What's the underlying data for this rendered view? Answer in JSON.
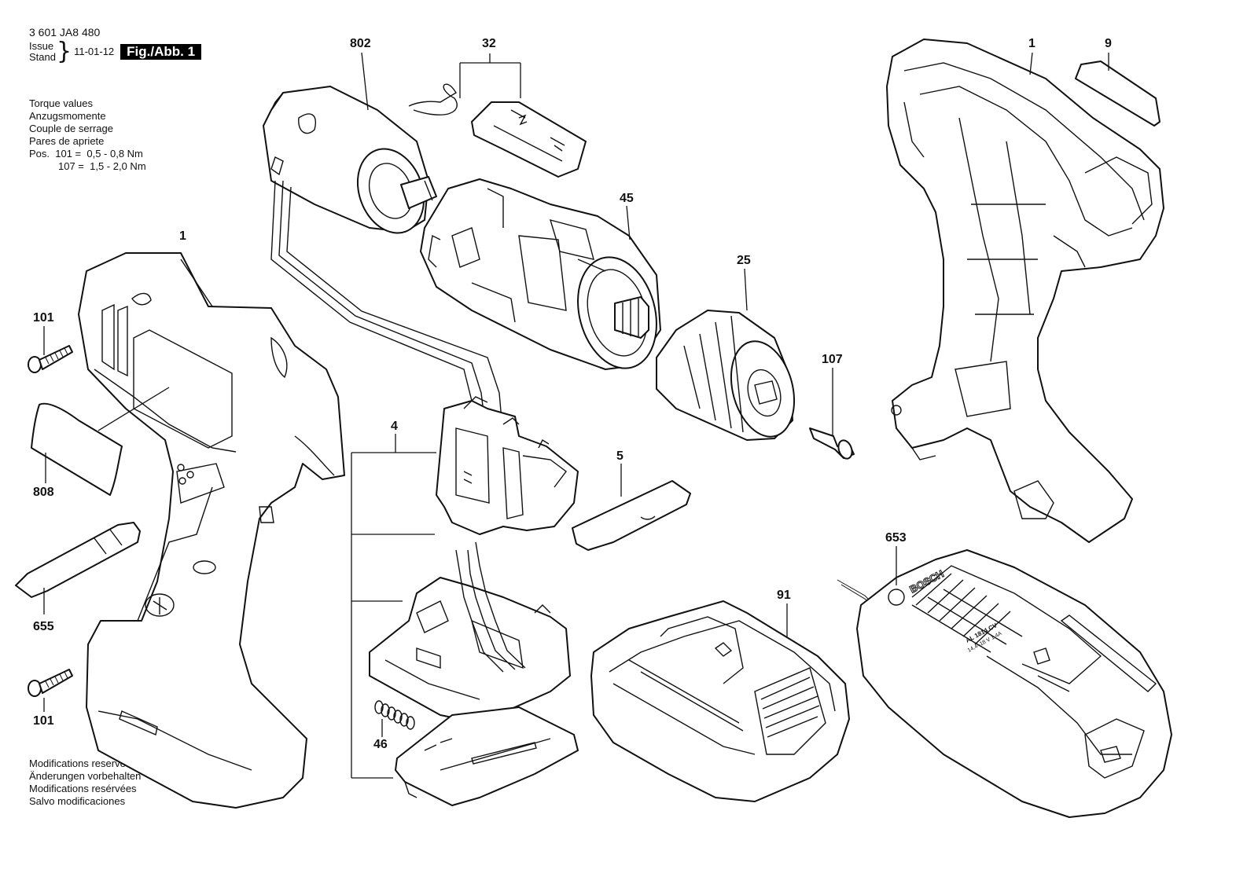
{
  "header": {
    "doc_number": "3 601 JA8 480",
    "issue_label": "Issue",
    "stand_label": "Stand",
    "issue_date": "11-01-12",
    "figure_label": "Fig./Abb. 1"
  },
  "torque": {
    "lines": [
      "Torque values",
      "Anzugsmomente",
      "Couple de serrage",
      "Pares de apriete"
    ],
    "pos_line_1": "Pos.  101 =  0,5 - 0,8 Nm",
    "pos_line_2": "107 =  1,5 - 2,0 Nm"
  },
  "modifications": {
    "lines": [
      "Modifications reserved",
      "Änderungen vorbehalten",
      "Modifications resérvées",
      "Salvo modificaciones"
    ]
  },
  "callouts": {
    "c802": "802",
    "c32": "32",
    "c1_right": "1",
    "c9": "9",
    "c45": "45",
    "c1_left": "1",
    "c25": "25",
    "c101_top": "101",
    "c107": "107",
    "c4": "4",
    "c5": "5",
    "c808": "808",
    "c653": "653",
    "c91": "91",
    "c655": "655",
    "c46": "46",
    "c101_bottom": "101"
  },
  "labels": {
    "brand": "BOSCH",
    "charger_model": "AL 1814 CV",
    "charger_rating": "14,4–18 V  1,4A"
  }
}
